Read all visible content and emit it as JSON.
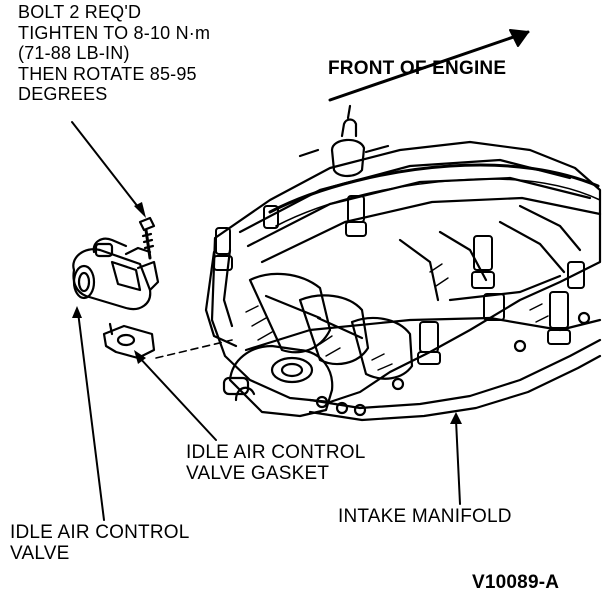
{
  "labels": {
    "bolt_note": [
      "BOLT 2 REQ'D",
      "TIGHTEN TO 8-10 N·m",
      "(71-88 LB-IN)",
      "THEN ROTATE 85-95",
      "DEGREES"
    ],
    "front_of_engine": "FRONT OF ENGINE",
    "gasket": [
      "IDLE AIR CONTROL",
      "VALVE GASKET"
    ],
    "intake_manifold": "INTAKE MANIFOLD",
    "iac_valve": [
      "IDLE AIR CONTROL",
      "VALVE"
    ],
    "figure_id": "V10089-A"
  },
  "colors": {
    "ink": "#000000",
    "paper": "#ffffff"
  }
}
